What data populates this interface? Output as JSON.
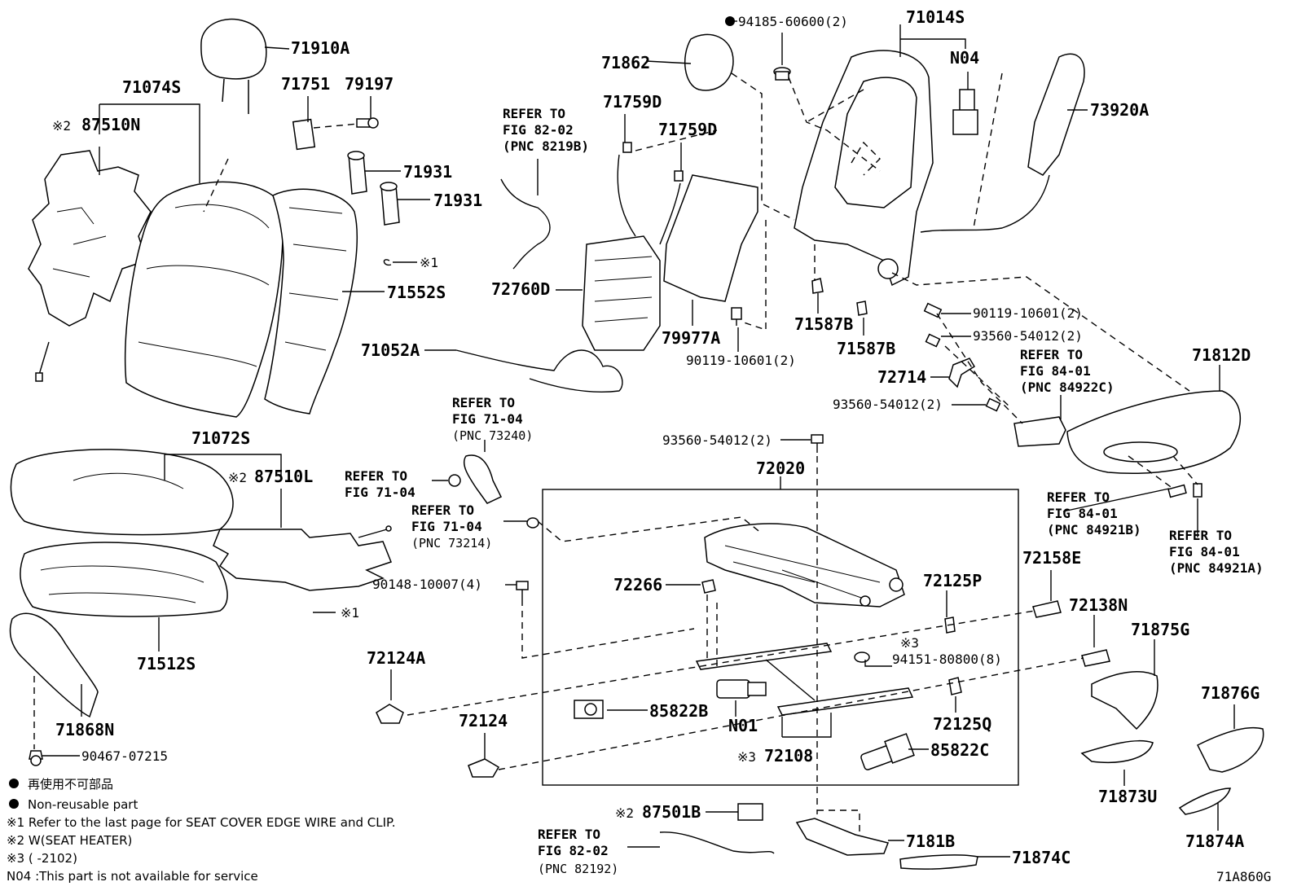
{
  "diagram_code": "71A860G",
  "parts": {
    "p71910A": "71910A",
    "p71074S": "71074S",
    "p71751": "71751",
    "p79197": "79197",
    "p87510N": "87510N",
    "p71931a": "71931",
    "p71931b": "71931",
    "p71552S": "71552S",
    "p71072S": "71072S",
    "p87510L": "87510L",
    "p71512S": "71512S",
    "p71868N": "71868N",
    "p90467": "90467-07215",
    "p71862": "71862",
    "p94185": "94185-60600(2)",
    "p71014S": "71014S",
    "pN04": "N04",
    "p73920A": "73920A",
    "p71759Da": "71759D",
    "p71759Db": "71759D",
    "p72760D": "72760D",
    "p71052A": "71052A",
    "p79977A": "79977A",
    "p90119a": "90119-10601(2)",
    "p71587Ba": "71587B",
    "p71587Bb": "71587B",
    "p90119b": "90119-10601(2)",
    "p93560a": "93560-54012(2)",
    "p72714": "72714",
    "p93560b": "93560-54012(2)",
    "p71812D": "71812D",
    "p93560c": "93560-54012(2)",
    "p72020": "72020",
    "p90148": "90148-10007(4)",
    "p72266": "72266",
    "p72125P": "72125P",
    "p72158E": "72158E",
    "p72138N": "72138N",
    "p94151": "94151-80800(8)",
    "p72124A": "72124A",
    "p85822B": "85822B",
    "pN01": "N01",
    "p72125Q": "72125Q",
    "p72124": "72124",
    "p72108": "72108",
    "p85822C": "85822C",
    "p71875G": "71875G",
    "p71876G": "71876G",
    "p71873U": "71873U",
    "p71874A": "71874A",
    "p87501B": "87501B",
    "p7181B": "7181B",
    "p71874C": "71874C"
  },
  "marks": {
    "m2a": "※2",
    "m2b": "※2",
    "m2c": "※2",
    "m1a": "※1",
    "m1b": "※1",
    "m3a": "※3",
    "m3b": "※3"
  },
  "refs": {
    "r8202a": {
      "l1": "REFER TO",
      "l2": "FIG 82-02",
      "l3": "(PNC 8219B)"
    },
    "r8401a": {
      "l1": "REFER TO",
      "l2": "FIG 84-01",
      "l3": "(PNC 84922C)"
    },
    "r7104a": {
      "l1": "REFER TO",
      "l2": "FIG 71-04",
      "l3": "(PNC 73240)"
    },
    "r7104b": {
      "l1": "REFER TO",
      "l2": "FIG 71-04"
    },
    "r7104c": {
      "l1": "REFER TO",
      "l2": "FIG 71-04",
      "l3": "(PNC 73214)"
    },
    "r8401b": {
      "l1": "REFER TO",
      "l2": "FIG 84-01",
      "l3": "(PNC 84921B)"
    },
    "r8401c": {
      "l1": "REFER TO",
      "l2": "FIG 84-01",
      "l3": "(PNC 84921A)"
    },
    "r8202b": {
      "l1": "REFER TO",
      "l2": "FIG 82-02",
      "l3": "(PNC 82192)"
    }
  },
  "legend": {
    "jp": "再使用不可部品",
    "en": "Non-reusable part",
    "note1": "※1 Refer to the last page for SEAT COVER EDGE WIRE and CLIP.",
    "note2": "※2 W(SEAT HEATER)",
    "note3": "※3 (      -2102)",
    "note4": "N04 :This part is not available for service"
  }
}
